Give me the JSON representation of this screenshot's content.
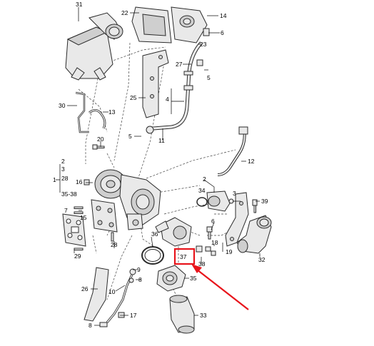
{
  "diagram": {
    "callouts": [
      {
        "id": "c31",
        "text": "31"
      },
      {
        "id": "c22",
        "text": "22"
      },
      {
        "id": "c14",
        "text": "14"
      },
      {
        "id": "c6a",
        "text": "6"
      },
      {
        "id": "c23",
        "text": "23"
      },
      {
        "id": "c27",
        "text": "27"
      },
      {
        "id": "c5a",
        "text": "5"
      },
      {
        "id": "c25",
        "text": "25"
      },
      {
        "id": "c4",
        "text": "4"
      },
      {
        "id": "c30",
        "text": "30"
      },
      {
        "id": "c13",
        "text": "13"
      },
      {
        "id": "c12",
        "text": "12"
      },
      {
        "id": "c5b",
        "text": "5"
      },
      {
        "id": "c11",
        "text": "11"
      },
      {
        "id": "c20",
        "text": "20"
      },
      {
        "id": "c2a",
        "text": "2"
      },
      {
        "id": "c3a",
        "text": "3"
      },
      {
        "id": "c1",
        "text": "1"
      },
      {
        "id": "c28a",
        "text": "28"
      },
      {
        "id": "c16",
        "text": "16"
      },
      {
        "id": "c3538",
        "text": "35-38"
      },
      {
        "id": "c7",
        "text": "7"
      },
      {
        "id": "c15",
        "text": "15"
      },
      {
        "id": "c2b",
        "text": "2"
      },
      {
        "id": "c34",
        "text": "34"
      },
      {
        "id": "c3b",
        "text": "3"
      },
      {
        "id": "c39",
        "text": "39"
      },
      {
        "id": "c36",
        "text": "36"
      },
      {
        "id": "c6b",
        "text": "6"
      },
      {
        "id": "c18",
        "text": "18"
      },
      {
        "id": "c19",
        "text": "19"
      },
      {
        "id": "c28b",
        "text": "28"
      },
      {
        "id": "c29",
        "text": "29"
      },
      {
        "id": "c32",
        "text": "32"
      },
      {
        "id": "c38",
        "text": "38"
      },
      {
        "id": "c37",
        "text": "37"
      },
      {
        "id": "c9",
        "text": "9"
      },
      {
        "id": "c8a",
        "text": "8"
      },
      {
        "id": "c26",
        "text": "26"
      },
      {
        "id": "c10",
        "text": "10"
      },
      {
        "id": "c35",
        "text": "35"
      },
      {
        "id": "c17",
        "text": "17"
      },
      {
        "id": "c8b",
        "text": "8"
      },
      {
        "id": "c33",
        "text": "33"
      }
    ],
    "highlight": {
      "box_color": "#e8141b",
      "arrow_color": "#e8141b"
    }
  }
}
